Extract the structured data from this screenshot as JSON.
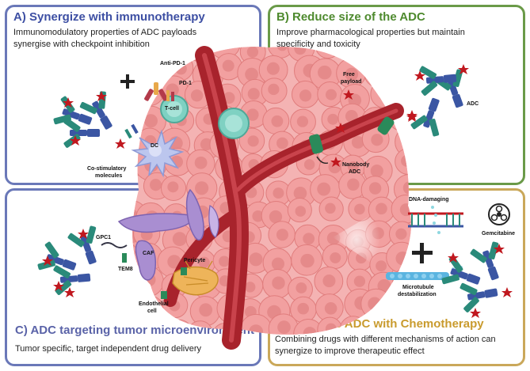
{
  "panels": {
    "a": {
      "title": "A) Synergize with immunotherapy",
      "desc_line1": "Immunomodulatory properties of ADC payloads",
      "desc_line2": "synergise with checkpoint inhibition",
      "color": "#3d4fa3"
    },
    "b": {
      "title": "B) Reduce size of the ADC",
      "desc_line1": "Improve pharmacological properties but maintain",
      "desc_line2": "specificity and toxicity",
      "color": "#4e8a2e"
    },
    "c": {
      "title": "C) ADC targeting tumor microenvironment",
      "desc_line1": "Tumor specific, target independent drug delivery",
      "color": "#5a63a8"
    },
    "d": {
      "title": "D) Combine ADC with Chemotherapy",
      "desc_line1": "Combining drugs with different mechanisms of action can",
      "desc_line2": "synergize to improve therapeutic effect",
      "color": "#c99b2e"
    }
  },
  "labels": {
    "anti_pd1": "Anti-PD-1",
    "pd1": "PD-1",
    "tcell": "T-cell",
    "dc": "DC",
    "costim_line1": "Co-stimulatory",
    "costim_line2": "molecules",
    "free_payload_line1": "Free",
    "free_payload_line2": "payload",
    "adc": "ADC",
    "nanobody_line1": "Nanobody",
    "nanobody_line2": "ADC",
    "gpc1": "GPC1",
    "caf": "CAF",
    "tem8": "TEM8",
    "pericyte": "Pericyte",
    "endothelial_line1": "Endothelial",
    "endothelial_line2": "cell",
    "dna_damaging": "DNA-damaging",
    "gemcitabine": "Gemcitabine",
    "microtubule_line1": "Microtubule",
    "microtubule_line2": "destabilization"
  },
  "colors": {
    "tumor_cell": "#f2a0a0",
    "tumor_nucleus": "#e58a8a",
    "vessel": "#b3262f",
    "payload": "#c0181f",
    "antibody_blue": "#3b56a3",
    "antibody_teal": "#2a8a7a",
    "tcell": "#7fd1c2",
    "caf": "#9b7fc4",
    "pericyte": "#e8a84a"
  },
  "icons": [
    "star-payload-icon",
    "antibody-icon",
    "plus-icon",
    "biohazard-icon",
    "dna-icon",
    "microtubule-icon"
  ]
}
